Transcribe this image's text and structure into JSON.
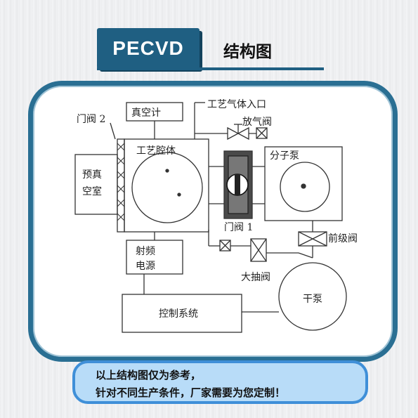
{
  "header": {
    "badge": "PECVD",
    "title": "结构图"
  },
  "diagram": {
    "labels": {
      "vacuum_gauge": "真空计",
      "process_gas_inlet": "工艺气体入口",
      "vent_valve": "放气阀",
      "gate_valve_2": "门阀 2",
      "process_chamber": "工艺腔体",
      "molecular_pump": "分子泵",
      "preload_line1": "预真",
      "preload_line2": "空室",
      "gate_valve_1": "门阀 1",
      "foreline_valve": "前级阀",
      "rf_line1": "射频",
      "rf_line2": "电源",
      "roughing_valve": "大抽阀",
      "dry_pump": "干泵",
      "control_system": "控制系统"
    }
  },
  "note": {
    "line1": "以上结构图仅为参考，",
    "line2": "针对不同生产条件，厂家需要为您定制！"
  }
}
